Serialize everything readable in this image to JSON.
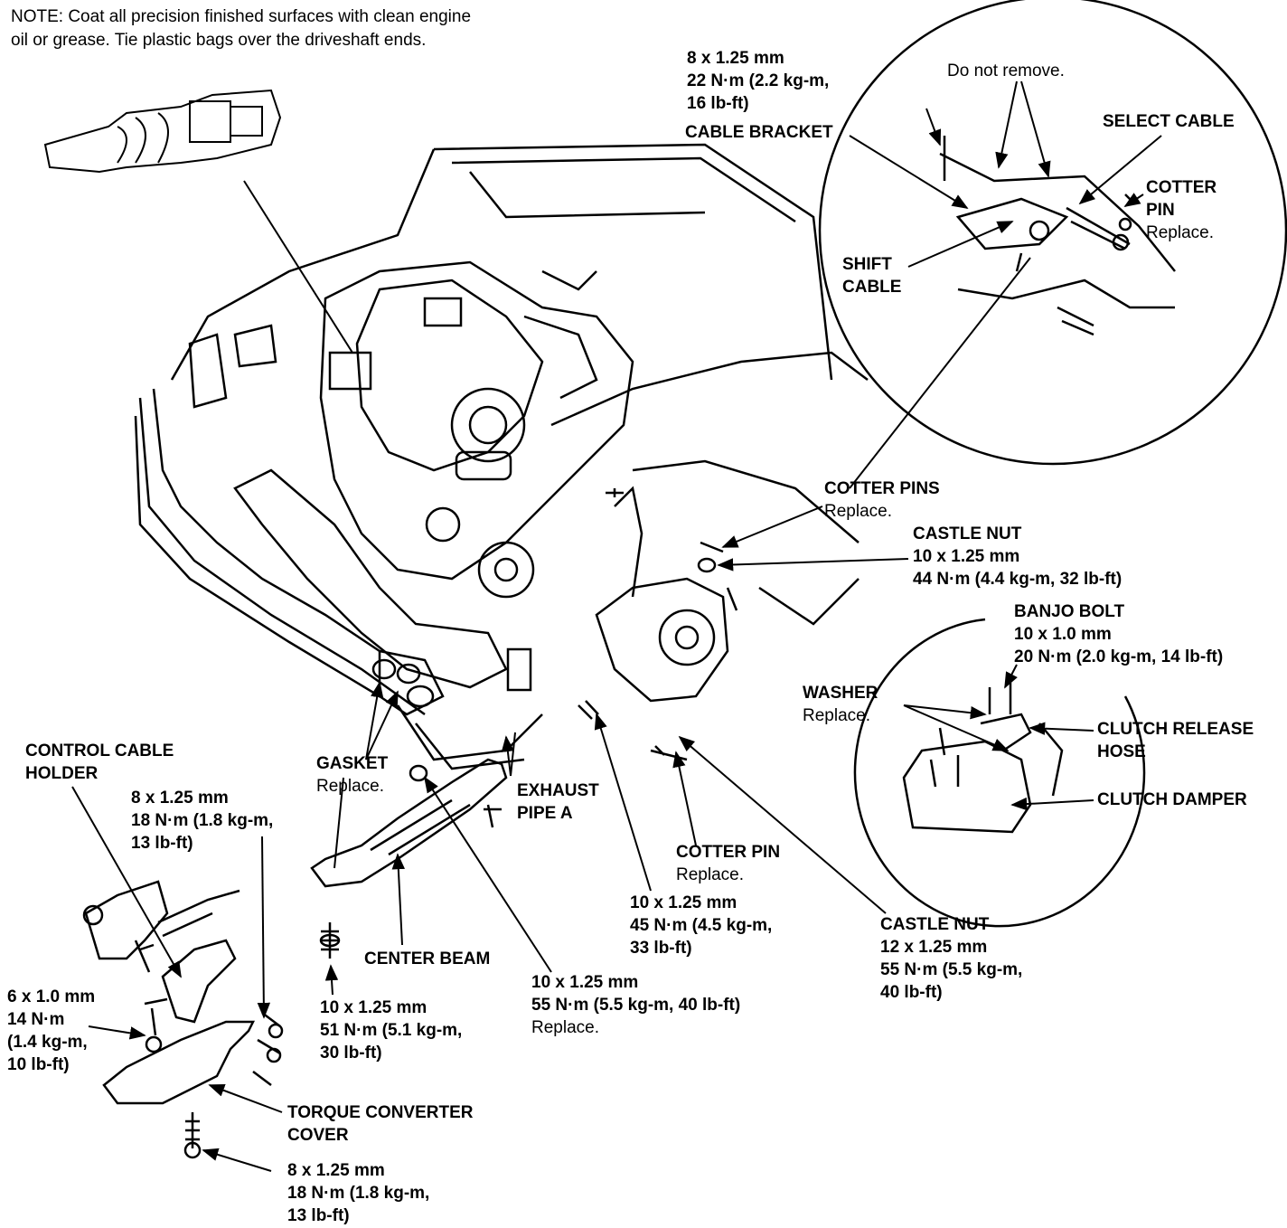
{
  "note": {
    "line1": "NOTE: Coat all precision finished surfaces with clean engine",
    "line2": "oil or grease. Tie plastic bags over the driveshaft ends."
  },
  "callouts": {
    "top_bolt": [
      "8 x 1.25 mm",
      "22 N·m (2.2 kg-m,",
      "16 lb-ft)"
    ],
    "do_not_remove": "Do not remove.",
    "cable_bracket": "CABLE BRACKET",
    "select_cable": "SELECT CABLE",
    "cotter_pin_top": [
      "COTTER",
      "PIN"
    ],
    "cotter_pin_top_note": "Replace.",
    "shift_cable": [
      "SHIFT",
      "CABLE"
    ],
    "cotter_pins": "COTTER PINS",
    "cotter_pins_note": "Replace.",
    "castle_nut_upper": [
      "CASTLE NUT",
      "10 x 1.25 mm",
      "44 N·m (4.4 kg-m, 32 lb-ft)"
    ],
    "banjo_bolt": [
      "BANJO BOLT"
    ],
    "banjo_bolt_spec": [
      "10 x 1.0 mm"
    ],
    "banjo_bolt_torque": [
      "20 N·m (2.0 kg-m, 14 lb-ft)"
    ],
    "washer": "WASHER",
    "washer_note": "Replace.",
    "clutch_release_hose": [
      "CLUTCH RELEASE",
      "HOSE"
    ],
    "clutch_damper": "CLUTCH DAMPER",
    "control_cable_holder": [
      "CONTROL CABLE",
      "HOLDER"
    ],
    "holder_bolt": [
      "8 x 1.25 mm",
      "18 N·m (1.8 kg-m,",
      "13 lb-ft)"
    ],
    "gasket": "GASKET",
    "gasket_note": "Replace.",
    "exhaust_pipe": [
      "EXHAUST",
      "PIPE A"
    ],
    "cotter_pin_lower": "COTTER PIN",
    "cotter_pin_lower_note": "Replace.",
    "bolt_45": [
      "10 x 1.25 mm",
      "45 N·m (4.5 kg-m,",
      "33 lb-ft)"
    ],
    "castle_nut_lower": [
      "CASTLE NUT",
      "12 x 1.25 mm",
      "55 N·m (5.5 kg-m,",
      "40 lb-ft)"
    ],
    "center_beam": "CENTER BEAM",
    "bolt_55": [
      "10 x 1.25 mm",
      "55 N·m (5.5 kg-m, 40 lb-ft)"
    ],
    "bolt_55_note": "Replace.",
    "bolt_51": [
      "10 x 1.25 mm",
      "51 N·m (5.1 kg-m,",
      "30 lb-ft)"
    ],
    "small_bolt": [
      "6 x 1.0 mm",
      "14 N·m",
      "(1.4 kg-m,",
      "10 lb-ft)"
    ],
    "torque_converter_cover": [
      "TORQUE CONVERTER",
      "COVER"
    ],
    "cover_bolt": [
      "8 x 1.25 mm",
      "18 N·m (1.8 kg-m,",
      "13 lb-ft)"
    ]
  },
  "colors": {
    "ink": "#000000",
    "paper": "#ffffff"
  }
}
